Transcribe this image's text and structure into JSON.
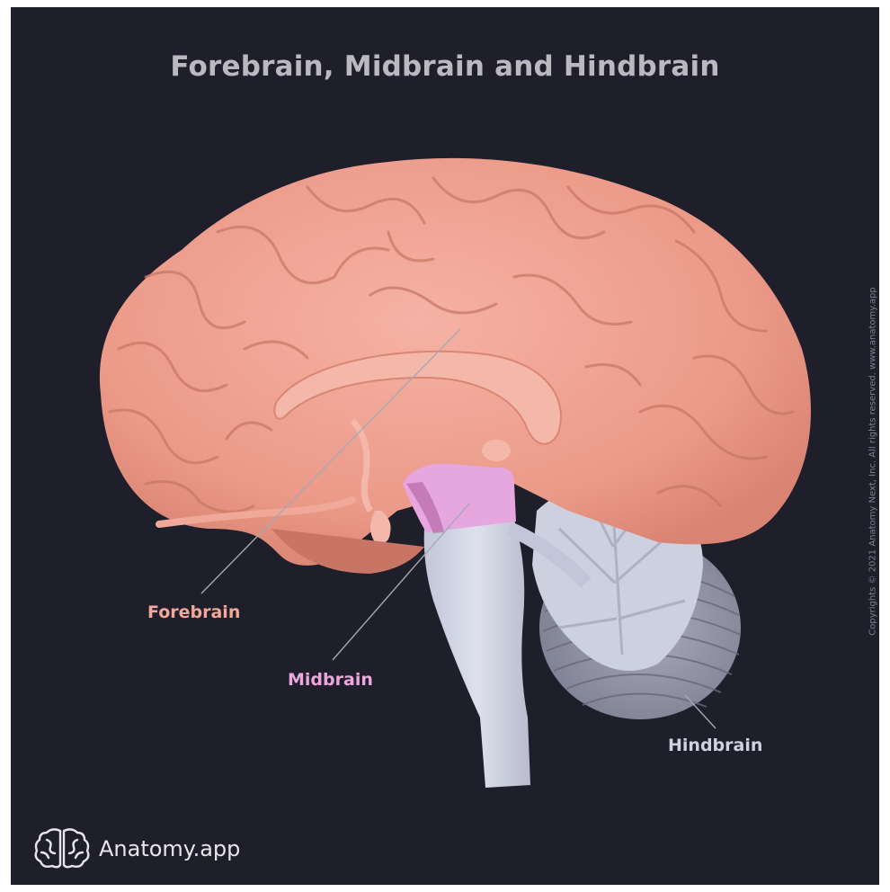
{
  "title": "Forebrain, Midbrain and Hindbrain",
  "labels": {
    "forebrain": "Forebrain",
    "midbrain": "Midbrain",
    "hindbrain": "Hindbrain"
  },
  "copyright": "Copyrights © 2021 Anatomy Next, Inc. All rights reserved. www.anatomy.app",
  "logo": {
    "icon": "brain-logo-icon",
    "text": "Anatomy.app"
  },
  "colors": {
    "background": "#1e1f2b",
    "forebrain": "#ef9f8f",
    "midbrain": "#e4a4dc",
    "hindbrain": "#cfd2e0",
    "title": "#b9b9bf"
  }
}
